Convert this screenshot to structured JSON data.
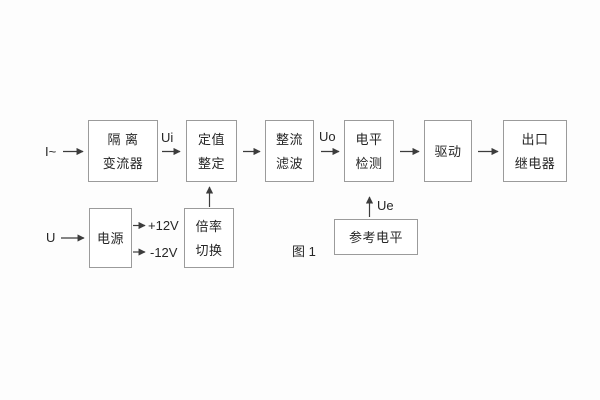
{
  "figure": {
    "caption": "图 1",
    "background_color": "#fdfdfd",
    "box_border_color": "#9b9b9b",
    "line_color": "#3c3c3c",
    "text_color": "#262626"
  },
  "inputs": {
    "ac_current": "I~",
    "supply_voltage": "U"
  },
  "signals": {
    "ui": "Ui",
    "uo": "Uo",
    "ue": "Ue",
    "plus12v": "+12V",
    "minus12v": "-12V"
  },
  "blocks": {
    "isolation": {
      "line1": "隔 离",
      "line2": "变流器"
    },
    "setting": {
      "line1": "定值",
      "line2": "整定"
    },
    "rectifier": {
      "line1": "整流",
      "line2": "滤波"
    },
    "level": {
      "line1": "电平",
      "line2": "检测"
    },
    "drive": {
      "line1": "驱动"
    },
    "relay": {
      "line1": "出口",
      "line2": "继电器"
    },
    "power": {
      "line1": "电源"
    },
    "ratio": {
      "line1": "倍率",
      "line2": "切换"
    },
    "reference": {
      "line1": "参考电平"
    }
  }
}
